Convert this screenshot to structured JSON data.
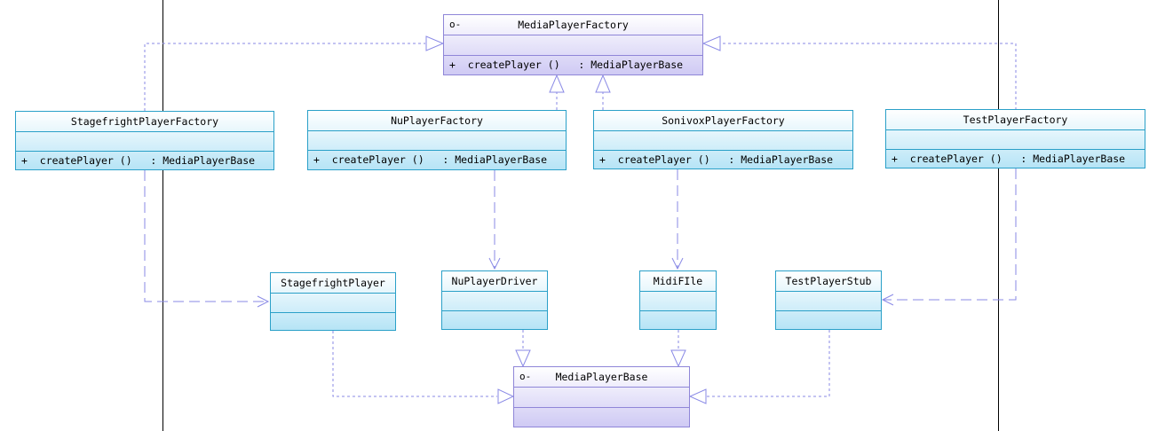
{
  "classes": {
    "media_player_factory": {
      "name": "MediaPlayerFactory",
      "marker": "o-",
      "operation": "+  createPlayer ()   : MediaPlayerBase"
    },
    "stagefright_player_factory": {
      "name": "StagefrightPlayerFactory",
      "operation": "+  createPlayer ()   : MediaPlayerBase"
    },
    "nuplayer_factory": {
      "name": "NuPlayerFactory",
      "operation": "+  createPlayer ()   : MediaPlayerBase"
    },
    "sonivox_player_factory": {
      "name": "SonivoxPlayerFactory",
      "operation": "+  createPlayer ()   : MediaPlayerBase"
    },
    "test_player_factory": {
      "name": "TestPlayerFactory",
      "operation": "+  createPlayer ()   : MediaPlayerBase"
    },
    "stagefright_player": {
      "name": "StagefrightPlayer"
    },
    "nuplayer_driver": {
      "name": "NuPlayerDriver"
    },
    "midi_file": {
      "name": "MidiFIle"
    },
    "test_player_stub": {
      "name": "TestPlayerStub"
    },
    "media_player_base": {
      "name": "MediaPlayerBase",
      "marker": "o-"
    }
  },
  "colors": {
    "class_border": "#2aa0c8",
    "abstract_border": "#8f86d8",
    "realization_line": "#8a8ae6",
    "dependency_line": "#8a8ae6",
    "frame_line": "#000000"
  }
}
